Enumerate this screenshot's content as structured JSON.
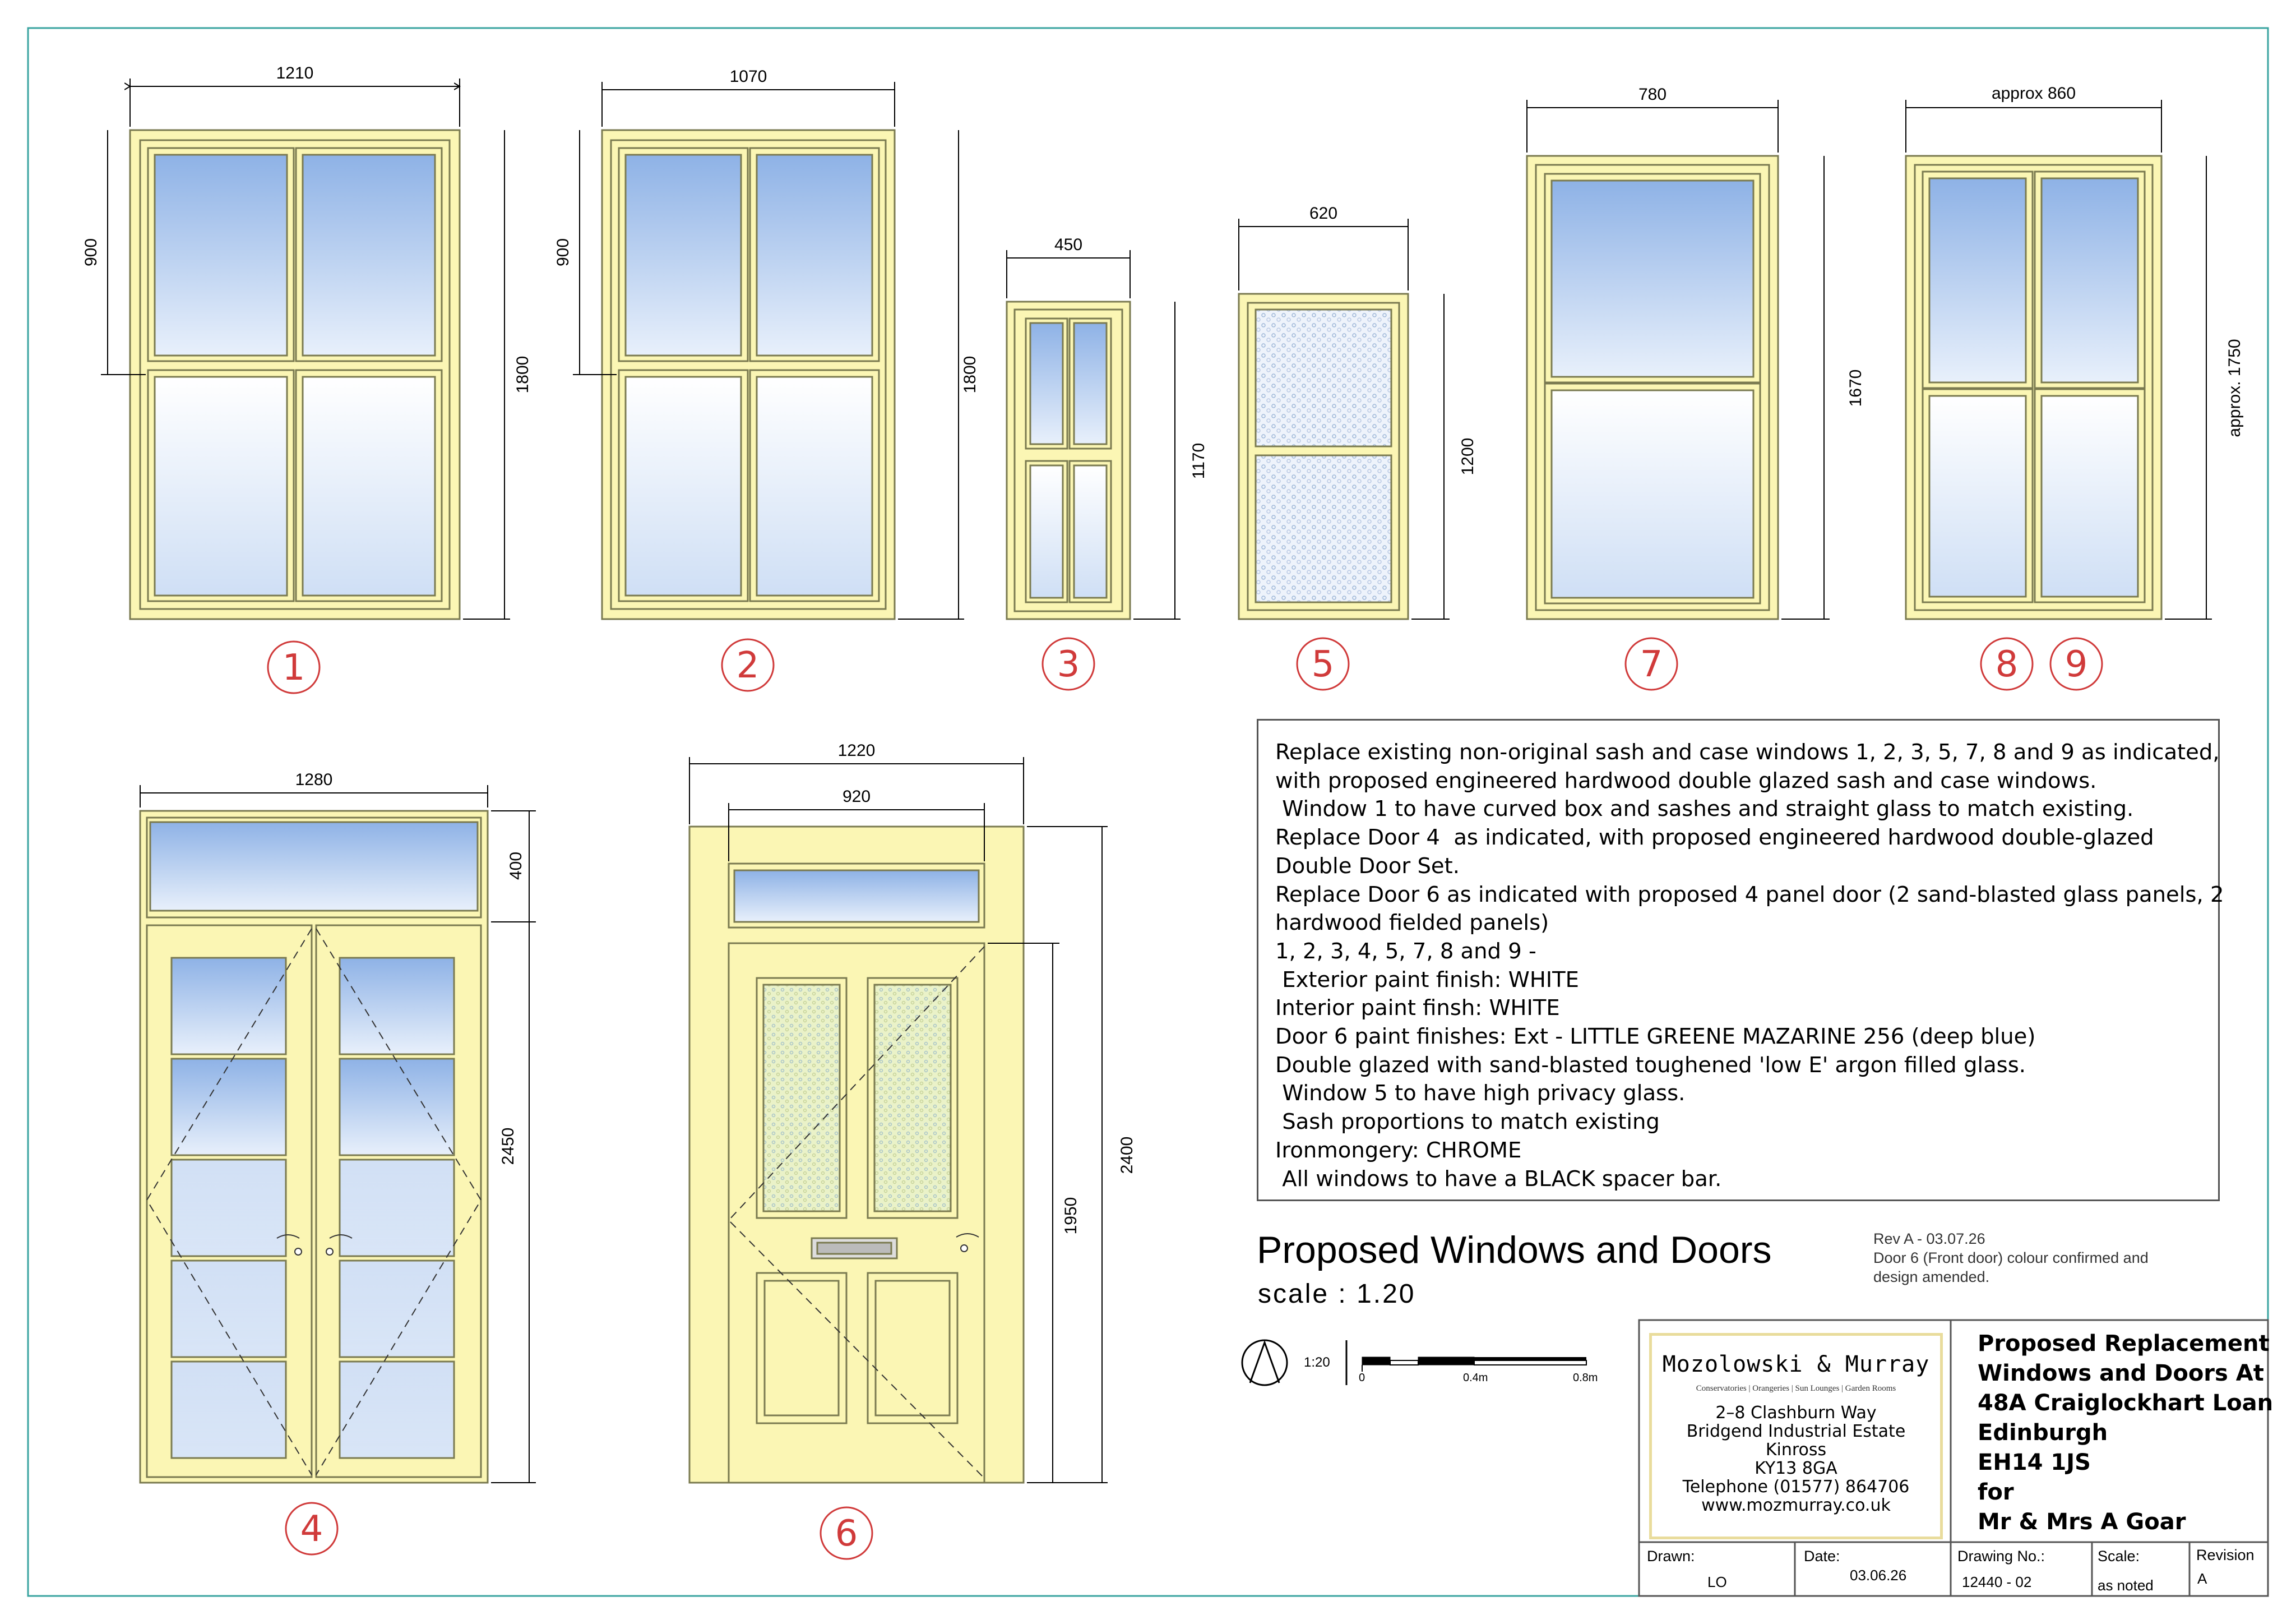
{
  "dims": {
    "w1_width": "1210",
    "w1_top": "900",
    "w1_height": "1800",
    "w2_width": "1070",
    "w2_top": "900",
    "w2_height": "1800",
    "w3_width": "450",
    "w3_height": "1170",
    "w5_width": "620",
    "w5_height": "1200",
    "w7_width": "780",
    "w7_height": "1670",
    "w89_width": "approx 860",
    "w89_height": "approx. 1750",
    "d4_width": "1280",
    "d4_top": "400",
    "d4_height": "2450",
    "d6_width_outer": "1220",
    "d6_width_inner": "920",
    "d6_leaf": "1950",
    "d6_height": "2400"
  },
  "labels": {
    "l1": "1",
    "l2": "2",
    "l3": "3",
    "l5": "5",
    "l7": "7",
    "l8": "8",
    "l9": "9",
    "l4": "4",
    "l6": "6"
  },
  "notes": [
    "Replace existing non-original sash and case windows 1, 2, 3, 5, 7, 8 and 9 as indicated,",
    "with proposed engineered hardwood double glazed sash and case windows.",
    " Window 1 to have curved box and sashes and straight glass to match existing.",
    "Replace Door 4  as indicated, with proposed engineered hardwood double-glazed",
    "Double Door Set.",
    "Replace Door 6 as indicated with proposed 4 panel door (2 sand-blasted glass panels, 2",
    "hardwood fielded panels)",
    "1, 2, 3, 4, 5, 7, 8 and 9 -",
    " Exterior paint finish: WHITE",
    "Interior paint finsh: WHITE",
    "Door 6 paint finishes: Ext - LITTLE GREENE MAZARINE 256 (deep blue)",
    "Double glazed with sand-blasted toughened 'low E' argon filled glass.",
    " Window 5 to have high privacy glass.",
    " Sash proportions to match existing",
    "Ironmongery: CHROME",
    " All windows to have a BLACK spacer bar."
  ],
  "title": "Proposed Windows and Doors",
  "scale_text": "scale : 1.20",
  "revision_note": [
    "Rev A - 03.07.26",
    "Door 6 (Front door) colour confirmed and",
    "design amended."
  ],
  "scale_bar": {
    "ratio": "1:20",
    "t0": "0",
    "t1": "0.4m",
    "t2": "0.8m"
  },
  "company": {
    "name": "Mozolowski & Murray",
    "tagline": "Conservatories | Orangeries | Sun Lounges | Garden Rooms",
    "address": [
      "2–8 Clashburn Way",
      "Bridgend Industrial Estate",
      "Kinross",
      "KY13 8GA",
      "Telephone (01577) 864706",
      "www.mozmurray.co.uk"
    ]
  },
  "client": [
    "Proposed Replacement",
    "Windows and Doors At",
    "48A Craiglockhart Loan",
    "Edinburgh",
    "EH14 1JS",
    "for",
    "Mr & Mrs A Goar"
  ],
  "titleblock": {
    "drawn_label": "Drawn:",
    "drawn": "LO",
    "date_label": "Date:",
    "date": "03.06.26",
    "drawing_no_label": "Drawing No.:",
    "drawing_no": "12440 - 02",
    "scale_label": "Scale:",
    "scale": "as noted",
    "revision_label": "Revision",
    "revision": "A"
  },
  "colors": {
    "frame": "#fbf6b4",
    "frame_line": "#7a7a50",
    "glass_top": "#8eb2e6",
    "glass_bottom": "#ffffff",
    "label_circle": "#d03a3a",
    "border": "#3aa4a0"
  }
}
